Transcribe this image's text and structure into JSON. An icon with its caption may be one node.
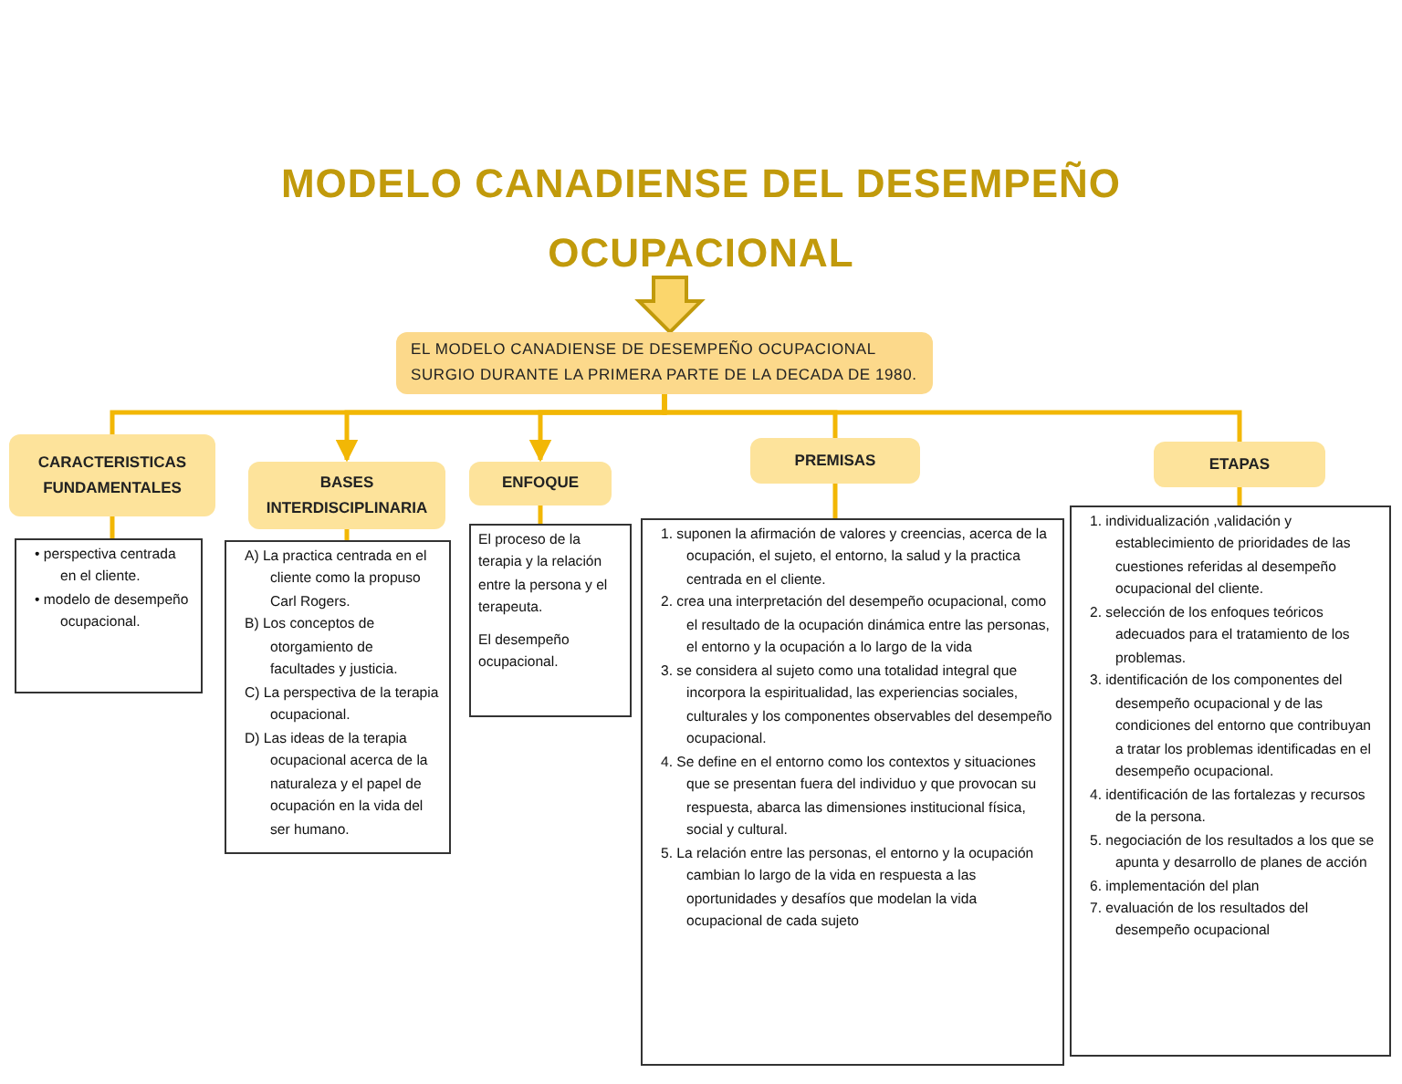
{
  "diagram": {
    "title": "MODELO CANADIENSE DEL DESEMPEÑO OCUPACIONAL",
    "nodes": [
      {
        "text": [
          "EL MODELO CANADIENSE DE DESEMPEÑO OCUPACIONAL SURGIO DURANTE LA PRIMERA PARTE DE LA DECADA DE 1980."
        ]
      },
      {
        "text": [
          "CARACTERISTICAS FUNDAMENTALES"
        ]
      },
      {
        "text": [
          "BASES INTERDISCIPLINARIA"
        ]
      },
      {
        "text": [
          "ENFOQUE"
        ]
      },
      {
        "text": [
          "PREMISAS"
        ]
      },
      {
        "text": [
          "ETAPAS"
        ]
      },
      {
        "text": [
          "• perspectiva centrada en el cliente.",
          "• modelo de desempeño ocupacional."
        ]
      },
      {
        "text": [
          "A) La practica centrada en el cliente como la propuso Carl Rogers.",
          "B) Los conceptos de otorgamiento de facultades y justicia.",
          "C) La perspectiva de la terapia ocupacional.",
          "D) Las ideas de la terapia ocupacional acerca de la naturaleza y el papel de ocupación en la vida del ser humano."
        ]
      },
      {
        "text": [
          "El proceso de la terapia y la relación entre la persona y el terapeuta.",
          "El desempeño ocupacional."
        ]
      },
      {
        "text": [
          "1. suponen la afirmación de valores y creencias, acerca de la ocupación, el sujeto, el entorno, la salud y la practica centrada en el cliente.",
          "2. crea una interpretación del desempeño ocupacional, como el resultado de la ocupación dinámica entre las personas, el entorno y la ocupación a lo largo de la vida",
          "3. se considera al sujeto como una totalidad integral que incorpora la espiritualidad, las experiencias sociales, culturales y los componentes observables del desempeño ocupacional.",
          "4. Se define en el entorno como los contextos y situaciones que se presentan fuera del individuo y que provocan su respuesta, abarca las dimensiones institucional física, social y cultural.",
          "5. La relación entre las personas, el entorno y la ocupación cambian lo largo de la vida en respuesta a las oportunidades y desafíos que modelan la vida ocupacional de cada sujeto"
        ]
      },
      {
        "text": [
          "1. individualización ,validación y establecimiento de prioridades de las cuestiones referidas al desempeño ocupacional del cliente.",
          "2. selección de los enfoques teóricos adecuados para el tratamiento de los problemas.",
          "3. identificación de los componentes del desempeño ocupacional y de las condiciones del entorno que contribuyan a tratar los problemas identificadas en el desempeño ocupacional.",
          "4. identificación de las fortalezas y recursos de la persona.",
          "5. negociación de los resultados a los que se apunta y desarrollo de planes de acción",
          "6. implementación del plan",
          "7. evaluación de los resultados del desempeño ocupacional"
        ]
      }
    ],
    "edges": [
      {
        "from": null,
        "to": 0,
        "arrow": "to",
        "style": "thick"
      },
      {
        "from": 0,
        "to": 1,
        "arrow": "none"
      },
      {
        "from": 0,
        "to": 2,
        "arrow": "to"
      },
      {
        "from": 0,
        "to": 3,
        "arrow": "to"
      },
      {
        "from": 0,
        "to": 4,
        "arrow": "none"
      },
      {
        "from": 0,
        "to": 5,
        "arrow": "none"
      },
      {
        "from": 1,
        "to": 6,
        "arrow": "none"
      },
      {
        "from": 2,
        "to": 7,
        "arrow": "none"
      },
      {
        "from": 3,
        "to": 8,
        "arrow": "none"
      },
      {
        "from": 4,
        "to": 9,
        "arrow": "none"
      },
      {
        "from": 5,
        "to": 10,
        "arrow": "none"
      }
    ]
  }
}
